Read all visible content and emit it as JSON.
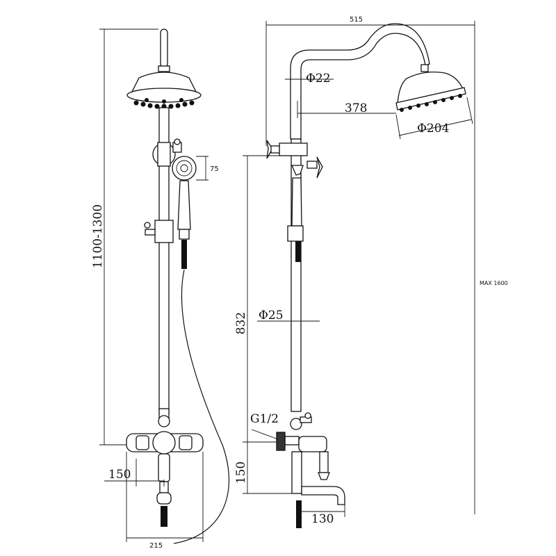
{
  "dimensions": {
    "overall_width": "515",
    "head_small": "75",
    "riser_height": "1100-1300",
    "arm_pipe_dia": "Φ22",
    "arm_reach": "378",
    "head_dia": "Φ204",
    "max_height": "MAX 1600",
    "riser_tube_dia": "Φ25",
    "inlet_to_arm": "832",
    "inlet_thread": "G1/2",
    "centres_front": "150",
    "centres_side": "150",
    "spout_reach": "130",
    "base_width": "215"
  }
}
